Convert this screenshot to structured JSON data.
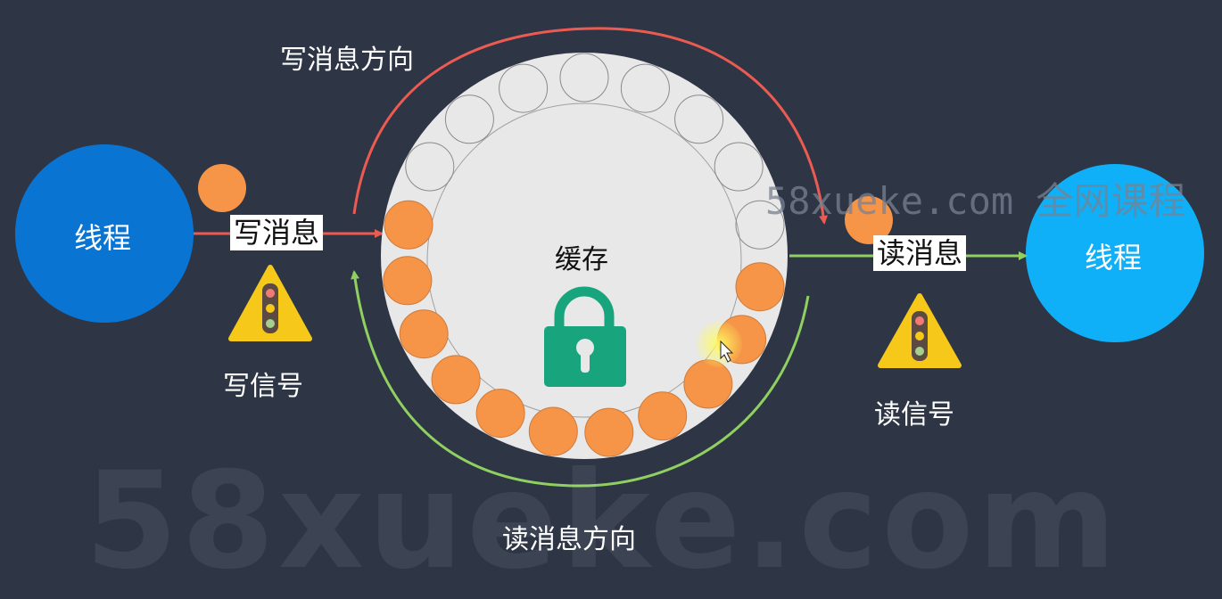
{
  "watermark": {
    "big": "58xueke.com",
    "small": "58xueke.com 全网课程"
  },
  "writer_thread": {
    "label": "线程",
    "color": "#0a74d2"
  },
  "reader_thread": {
    "label": "线程",
    "color": "#0fb0f8"
  },
  "write_op": {
    "label": "写消息"
  },
  "read_op": {
    "label": "读消息"
  },
  "write_signal": {
    "label": "写信号",
    "icon": "traffic-light-warning-icon"
  },
  "read_signal": {
    "label": "读信号",
    "icon": "traffic-light-warning-icon"
  },
  "cache": {
    "label": "缓存",
    "icon": "lock-icon",
    "lock_color": "#18a57e"
  },
  "write_direction": {
    "label": "写消息方向",
    "color": "#ec5b52"
  },
  "read_direction": {
    "label": "读消息方向",
    "color": "#8fd060"
  },
  "ring": {
    "filled_slots": 11,
    "empty_slots": 8,
    "filled_color": "#f69447"
  }
}
